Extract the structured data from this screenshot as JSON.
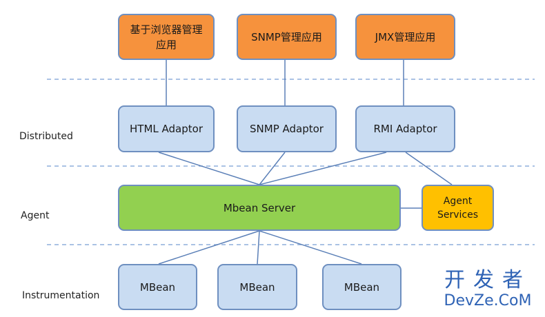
{
  "top": {
    "browser_mgmt": "基于浏览器管理应用",
    "snmp_mgmt": "SNMP管理应用",
    "jmx_mgmt": "JMX管理应用"
  },
  "adaptors": {
    "html": "HTML Adaptor",
    "snmp": "SNMP Adaptor",
    "rmi": "RMI Adaptor"
  },
  "agent": {
    "mbean_server": "Mbean Server",
    "agent_services": "Agent Services"
  },
  "mbeans": [
    "MBean",
    "MBean",
    "MBean"
  ],
  "layers": {
    "distributed": "Distributed",
    "agent": "Agent",
    "instrumentation": "Instrumentation"
  },
  "watermark": {
    "cn": "开发者",
    "en": "DevZe.CoM"
  },
  "colors": {
    "client_fill": "#f6923d",
    "adaptor_fill": "#c9dcf2",
    "server_fill": "#92d050",
    "services_fill": "#ffc000",
    "border": "#6e8fc0",
    "dashed_line": "#8eaedb",
    "watermark": "#2f63b5"
  }
}
